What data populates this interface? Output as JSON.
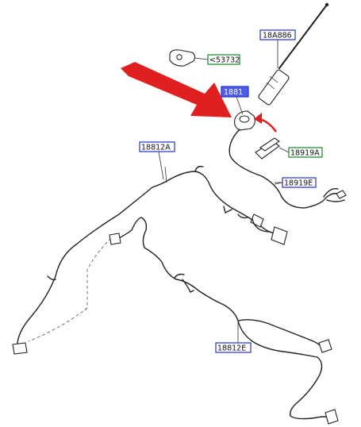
{
  "callouts": {
    "antenna_mast": "18A886",
    "bracket": "<53732",
    "antenna_base": "1881",
    "clip": "18919A",
    "antenna_cable": "18919E",
    "cable_front": "18812A",
    "cable_rear": "18812E"
  },
  "colors": {
    "callout_blue": "#2233cc",
    "callout_green": "#118822",
    "highlight_arrow": "#e02020",
    "selected_fill": "#4d5de6"
  }
}
